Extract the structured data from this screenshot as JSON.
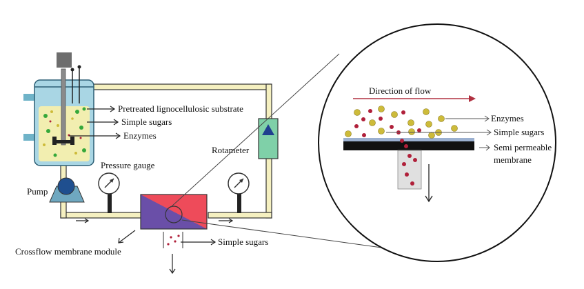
{
  "labels": {
    "pretreated_substrate": "Pretreated lignocellulosic substrate",
    "simple_sugars_reactor": "Simple sugars",
    "enzymes_reactor": "Enzymes",
    "pressure_gauge": "Pressure gauge",
    "rotameter": "Rotameter",
    "pump": "Pump",
    "crossflow_module": "Crossflow membrane module",
    "simple_sugars_permeate": "Simple sugars",
    "direction_of_flow": "Direction of flow",
    "enzymes_zoom": "Enzymes",
    "simple_sugars_zoom": "Simple sugars",
    "membrane_line1": "Semi permeable",
    "membrane_line2": "membrane"
  },
  "colors": {
    "pipe_fill": "#f5f0c0",
    "pipe_stroke": "#333333",
    "reactor_liquid": "#f2eeb0",
    "reactor_wall": "#6fb3c8",
    "rotameter_fill": "#7fd0a8",
    "rotameter_indicator": "#1f3f8f",
    "module_purple": "#6a4fa8",
    "module_red": "#ee4b5a",
    "enzyme_particle": "#cdbb3a",
    "sugar_particle": "#b0203a",
    "substrate_particle": "#35a83a",
    "flow_arrow": "#b03040",
    "pump_body": "#1f4f8f",
    "pump_base": "#6fa8c0"
  },
  "icons": [
    "reactor-vessel-icon",
    "stirrer-motor-icon",
    "pump-icon",
    "pressure-gauge-icon",
    "rotameter-icon",
    "membrane-module-icon",
    "magnifier-circle-icon"
  ]
}
